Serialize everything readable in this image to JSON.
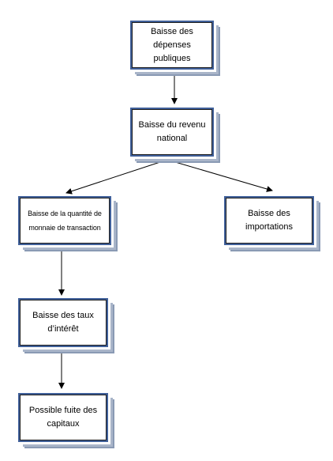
{
  "diagram": {
    "nodes": [
      {
        "id": "n1",
        "label": "Baisse des dépenses publiques"
      },
      {
        "id": "n2",
        "label": "Baisse du revenu national"
      },
      {
        "id": "n3",
        "label": "Baisse de la quantité de monnaie de transaction"
      },
      {
        "id": "n4",
        "label": "Baisse des importations"
      },
      {
        "id": "n5",
        "label": "Baisse des taux d’intérêt"
      },
      {
        "id": "n6",
        "label": "Possible fuite des capitaux"
      }
    ],
    "edges": [
      {
        "from": "n1",
        "to": "n2"
      },
      {
        "from": "n2",
        "to": "n3"
      },
      {
        "from": "n2",
        "to": "n4"
      },
      {
        "from": "n3",
        "to": "n5"
      },
      {
        "from": "n5",
        "to": "n6"
      }
    ],
    "colors": {
      "node_border": "#40609a",
      "node_shadow": "#8a9ab4",
      "arrow": "#000000",
      "text": "#000000"
    }
  }
}
